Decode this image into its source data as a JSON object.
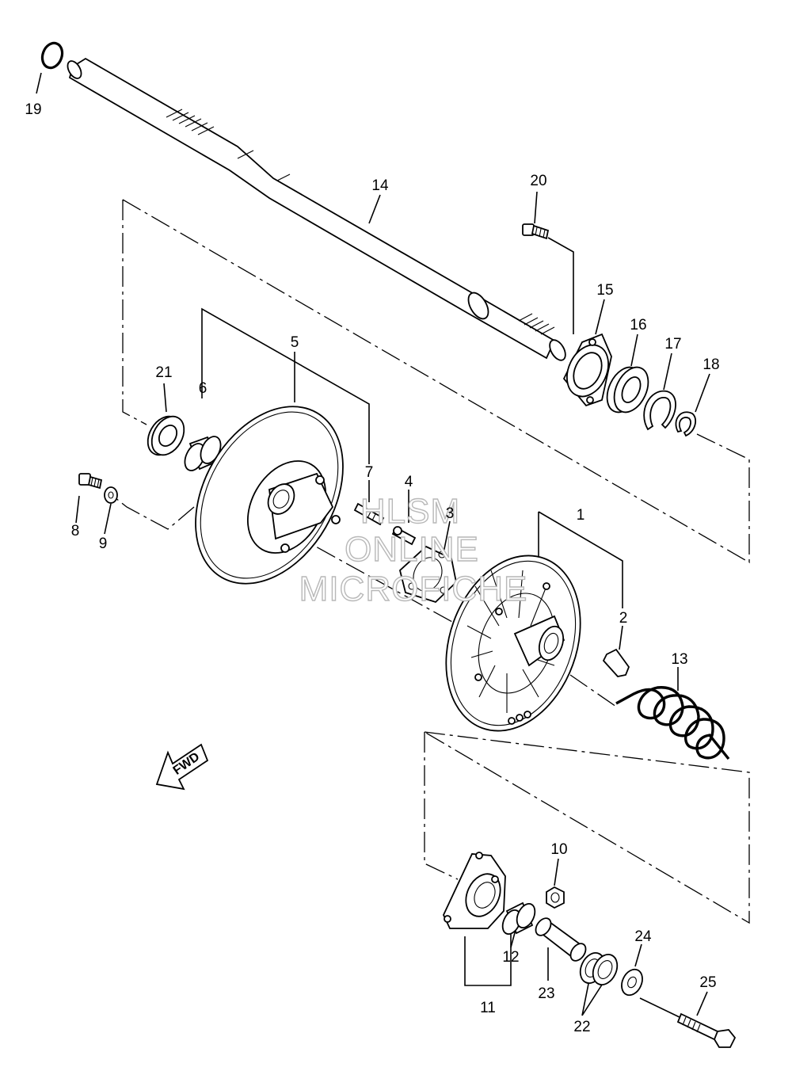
{
  "callouts": {
    "p1": "1",
    "p2": "2",
    "p3": "3",
    "p4": "4",
    "p5": "5",
    "p6": "6",
    "p7": "7",
    "p8": "8",
    "p9": "9",
    "p10": "10",
    "p11": "11",
    "p12": "12",
    "p13": "13",
    "p14": "14",
    "p15": "15",
    "p16": "16",
    "p17": "17",
    "p18": "18",
    "p19": "19",
    "p20": "20",
    "p21": "21",
    "p22": "22",
    "p23": "23",
    "p24": "24",
    "p25": "25"
  },
  "watermark": {
    "line1": "HLSM",
    "line2": "ONLINE",
    "line3": "MICROFICHE"
  },
  "direction_arrow": {
    "label": "FWD"
  }
}
